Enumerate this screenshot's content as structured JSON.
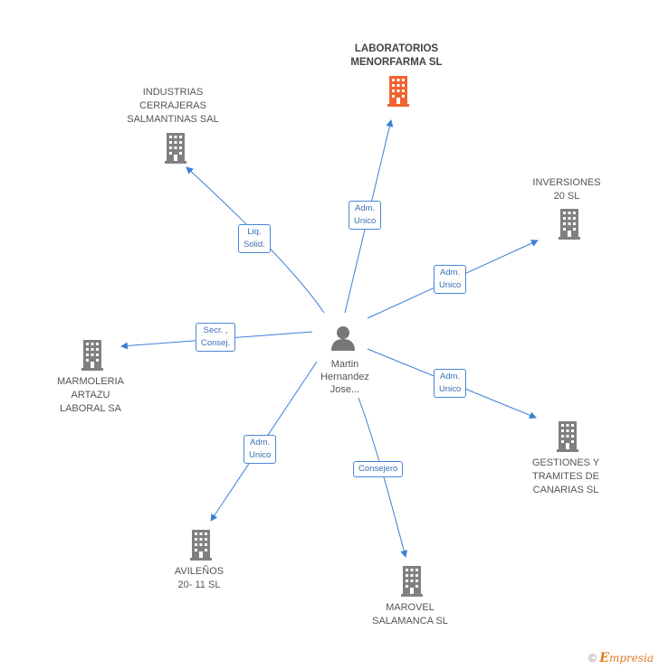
{
  "person": {
    "name": "Martin\nHernandez\nJose..."
  },
  "companies": [
    {
      "id": "laboratorios",
      "name": "LABORATORIOS\nMENORFARMA SL",
      "main": true,
      "color": "#f06432"
    },
    {
      "id": "industrias",
      "name": "INDUSTRIAS\nCERRAJERAS\nSALMANTINAS SAL",
      "main": false,
      "color": "#808080"
    },
    {
      "id": "inversiones",
      "name": "INVERSIONES\n20 SL",
      "main": false,
      "color": "#808080"
    },
    {
      "id": "marmoleria",
      "name": "MARMOLERIA\nARTAZU\nLABORAL SA",
      "main": false,
      "color": "#808080"
    },
    {
      "id": "gestiones",
      "name": "GESTIONES Y\nTRAMITES DE\nCANARIAS SL",
      "main": false,
      "color": "#808080"
    },
    {
      "id": "avilenos",
      "name": "AVILEÑOS\n20- 11  SL",
      "main": false,
      "color": "#808080"
    },
    {
      "id": "marovel",
      "name": "MAROVEL\nSALAMANCA SL",
      "main": false,
      "color": "#808080"
    }
  ],
  "relations": [
    {
      "to": "laboratorios",
      "label": "Adm.\nUnico"
    },
    {
      "to": "industrias",
      "label": "Liq.\nSolid."
    },
    {
      "to": "inversiones",
      "label": "Adm.\nUnico"
    },
    {
      "to": "marmoleria",
      "label": "Secr. ,\nConsej."
    },
    {
      "to": "gestiones",
      "label": "Adm.\nUnico"
    },
    {
      "to": "avilenos",
      "label": "Adm.\nUnico"
    },
    {
      "to": "marovel",
      "label": "Consejero"
    }
  ],
  "colors": {
    "edge": "#3a7fd5",
    "icon_gray": "#808080",
    "icon_main": "#f06432"
  },
  "footer": {
    "copyright": "©",
    "brand_initial": "E",
    "brand_rest": "mpresia"
  }
}
